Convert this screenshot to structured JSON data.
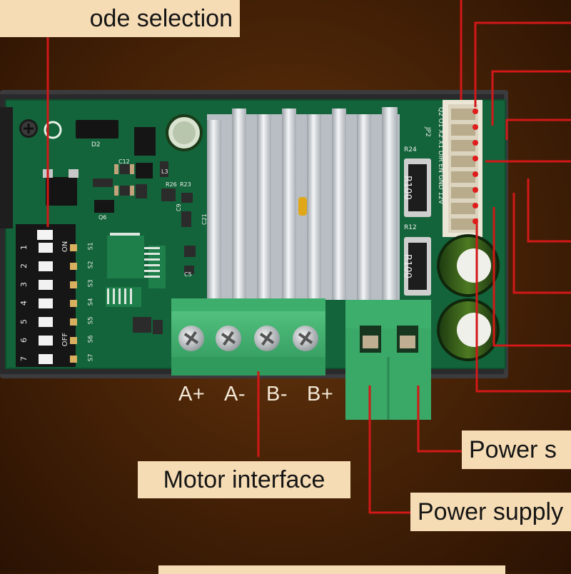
{
  "callouts": {
    "mode_selection": "ode selection",
    "motor_interface": "Motor interface",
    "power_supply_1": "Power s",
    "power_supply_2": "Power supply"
  },
  "terminals": [
    "A+",
    "A-",
    "B-",
    "B+"
  ],
  "dip_switch": {
    "numbers": [
      "1",
      "2",
      "3",
      "4",
      "5",
      "6",
      "7"
    ],
    "positions": [
      "S1",
      "S2",
      "S3",
      "S4",
      "S5",
      "S6",
      "S7"
    ],
    "on_label": "ON",
    "off_label": "OFF"
  },
  "board_marks": {
    "resistor_1": "R100",
    "resistor_2": "R100",
    "r24": "R24",
    "r12": "R12",
    "jp2": "JP2",
    "connector_pins": "Q2 O1 X2 X1 DIR EN GND 12V",
    "c21": "C21",
    "d2": "D2",
    "r26": "R26",
    "r23": "R23",
    "c9": "C9",
    "c5": "C5",
    "l3": "L3",
    "c12": "C12",
    "q6": "Q6"
  },
  "colors": {
    "background": "#4a2407",
    "pcb": "#13643a",
    "callout_fill": "#f6dcb4",
    "leader_line": "#d21818",
    "terminal_green": "#3caa6a",
    "heatsink": "#d5d8dc"
  }
}
